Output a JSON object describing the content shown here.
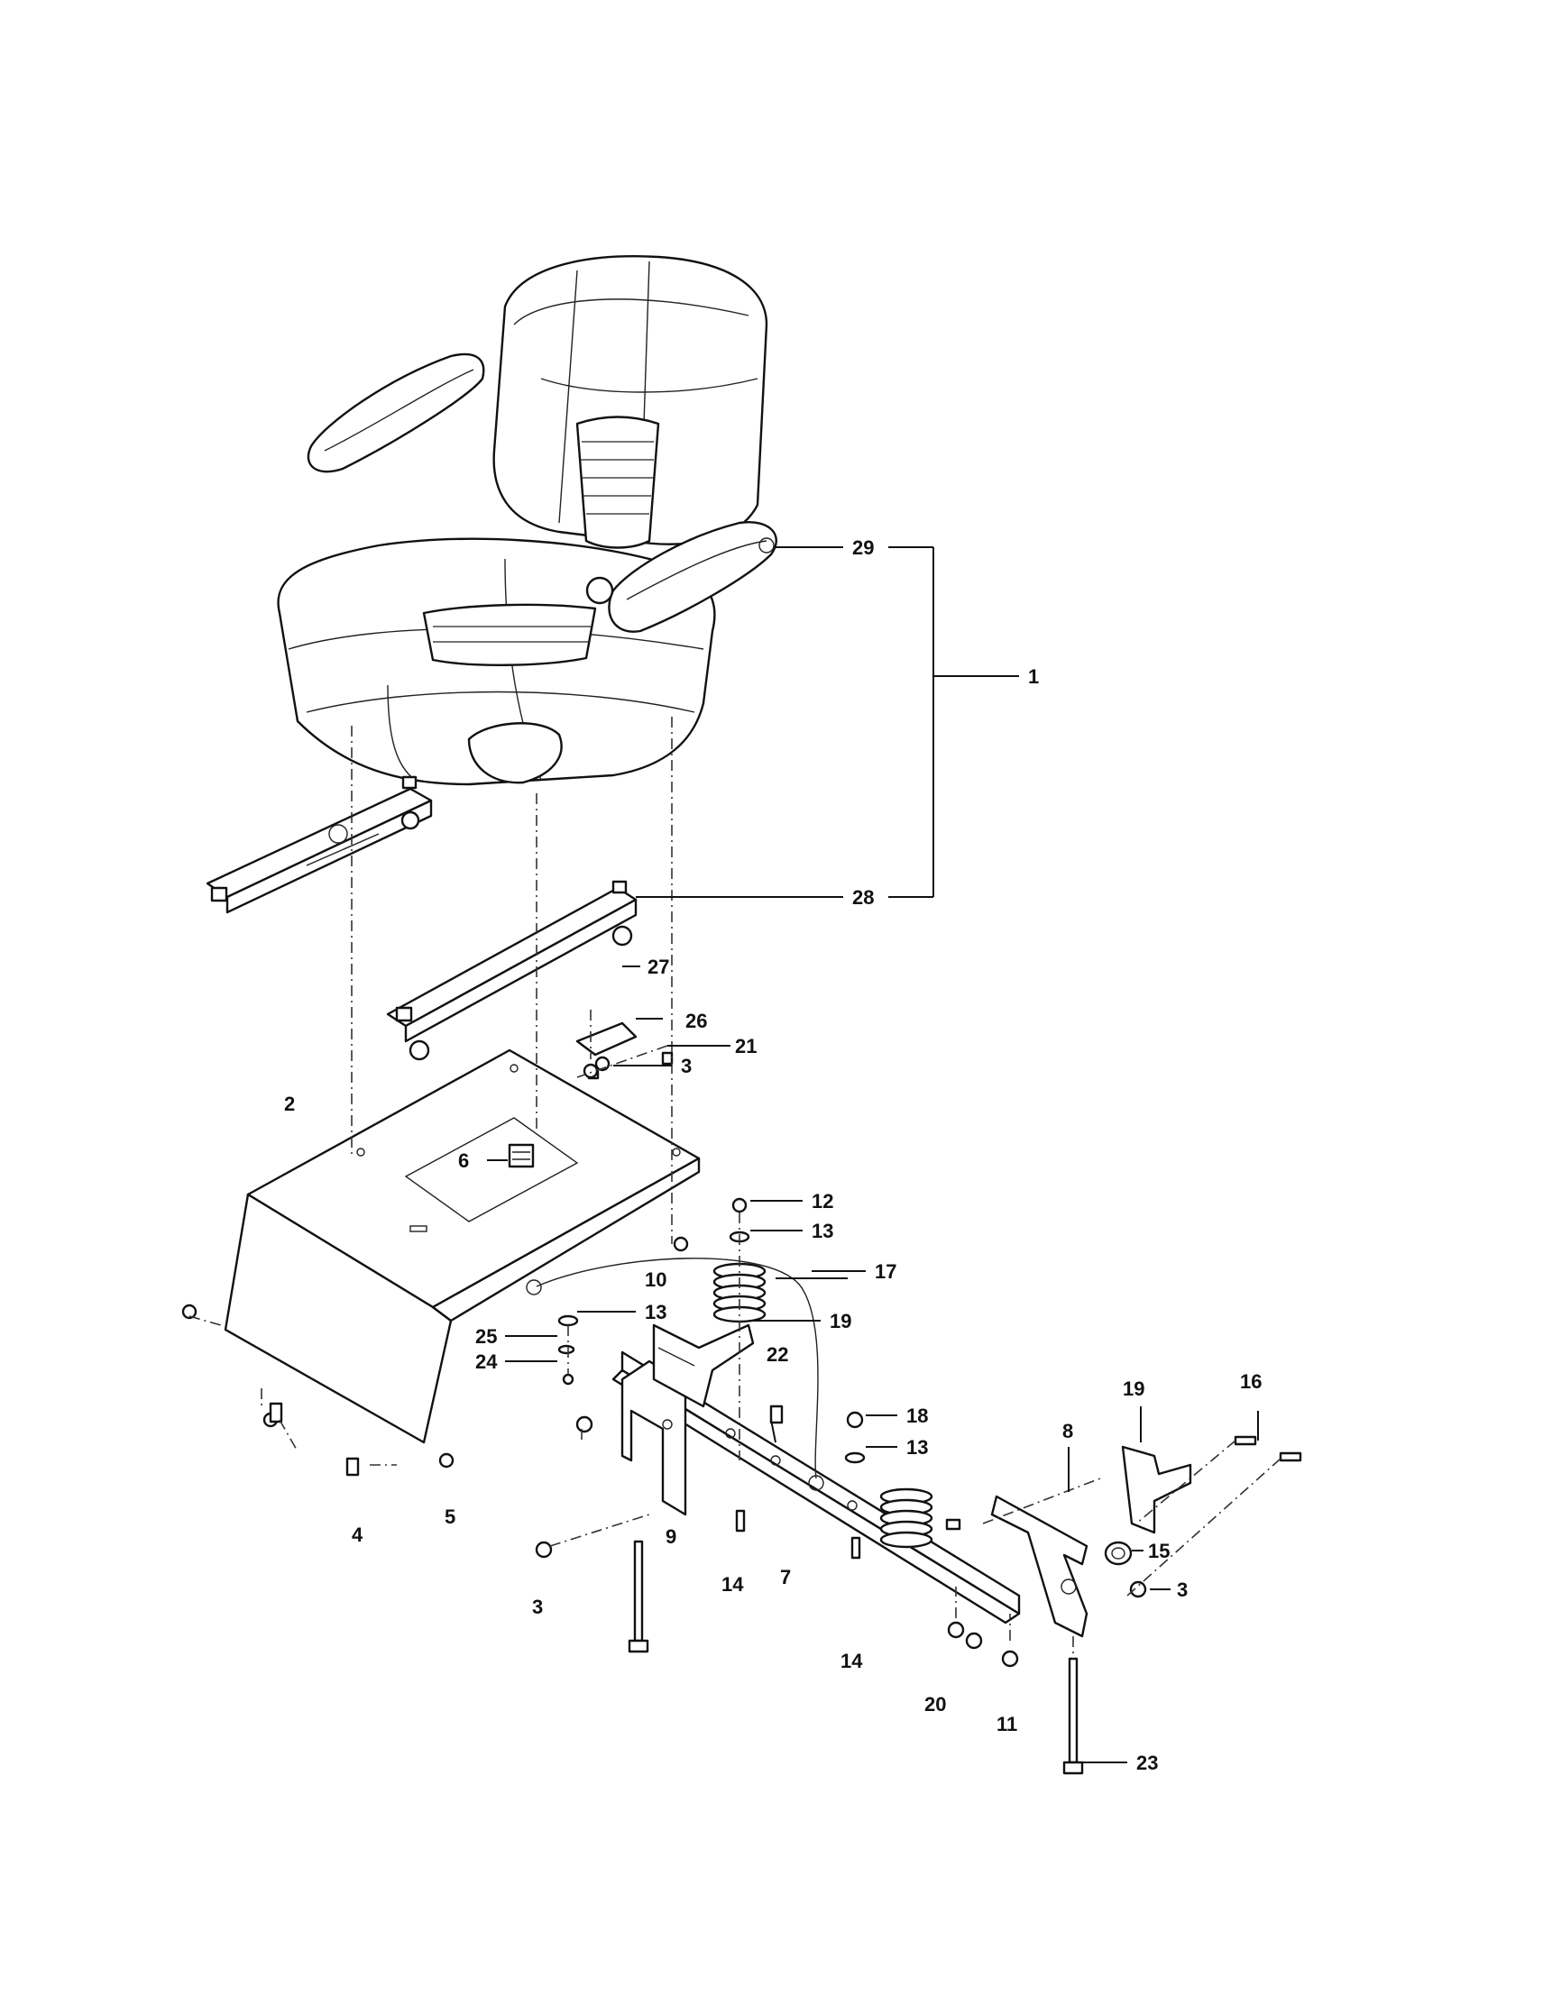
{
  "labels": {
    "l1": "1",
    "l2": "2",
    "l3a": "3",
    "l3b": "3",
    "l3c": "3",
    "l4": "4",
    "l5": "5",
    "l6": "6",
    "l7": "7",
    "l8": "8",
    "l9": "9",
    "l10": "10",
    "l11": "11",
    "l12": "12",
    "l13a": "13",
    "l13b": "13",
    "l13c": "13",
    "l14a": "14",
    "l14b": "14",
    "l15": "15",
    "l16": "16",
    "l17": "17",
    "l18": "18",
    "l19a": "19",
    "l19b": "19",
    "l20": "20",
    "l21": "21",
    "l22": "22",
    "l23": "23",
    "l24": "24",
    "l25": "25",
    "l26": "26",
    "l27": "27",
    "l28": "28",
    "l29": "29"
  }
}
